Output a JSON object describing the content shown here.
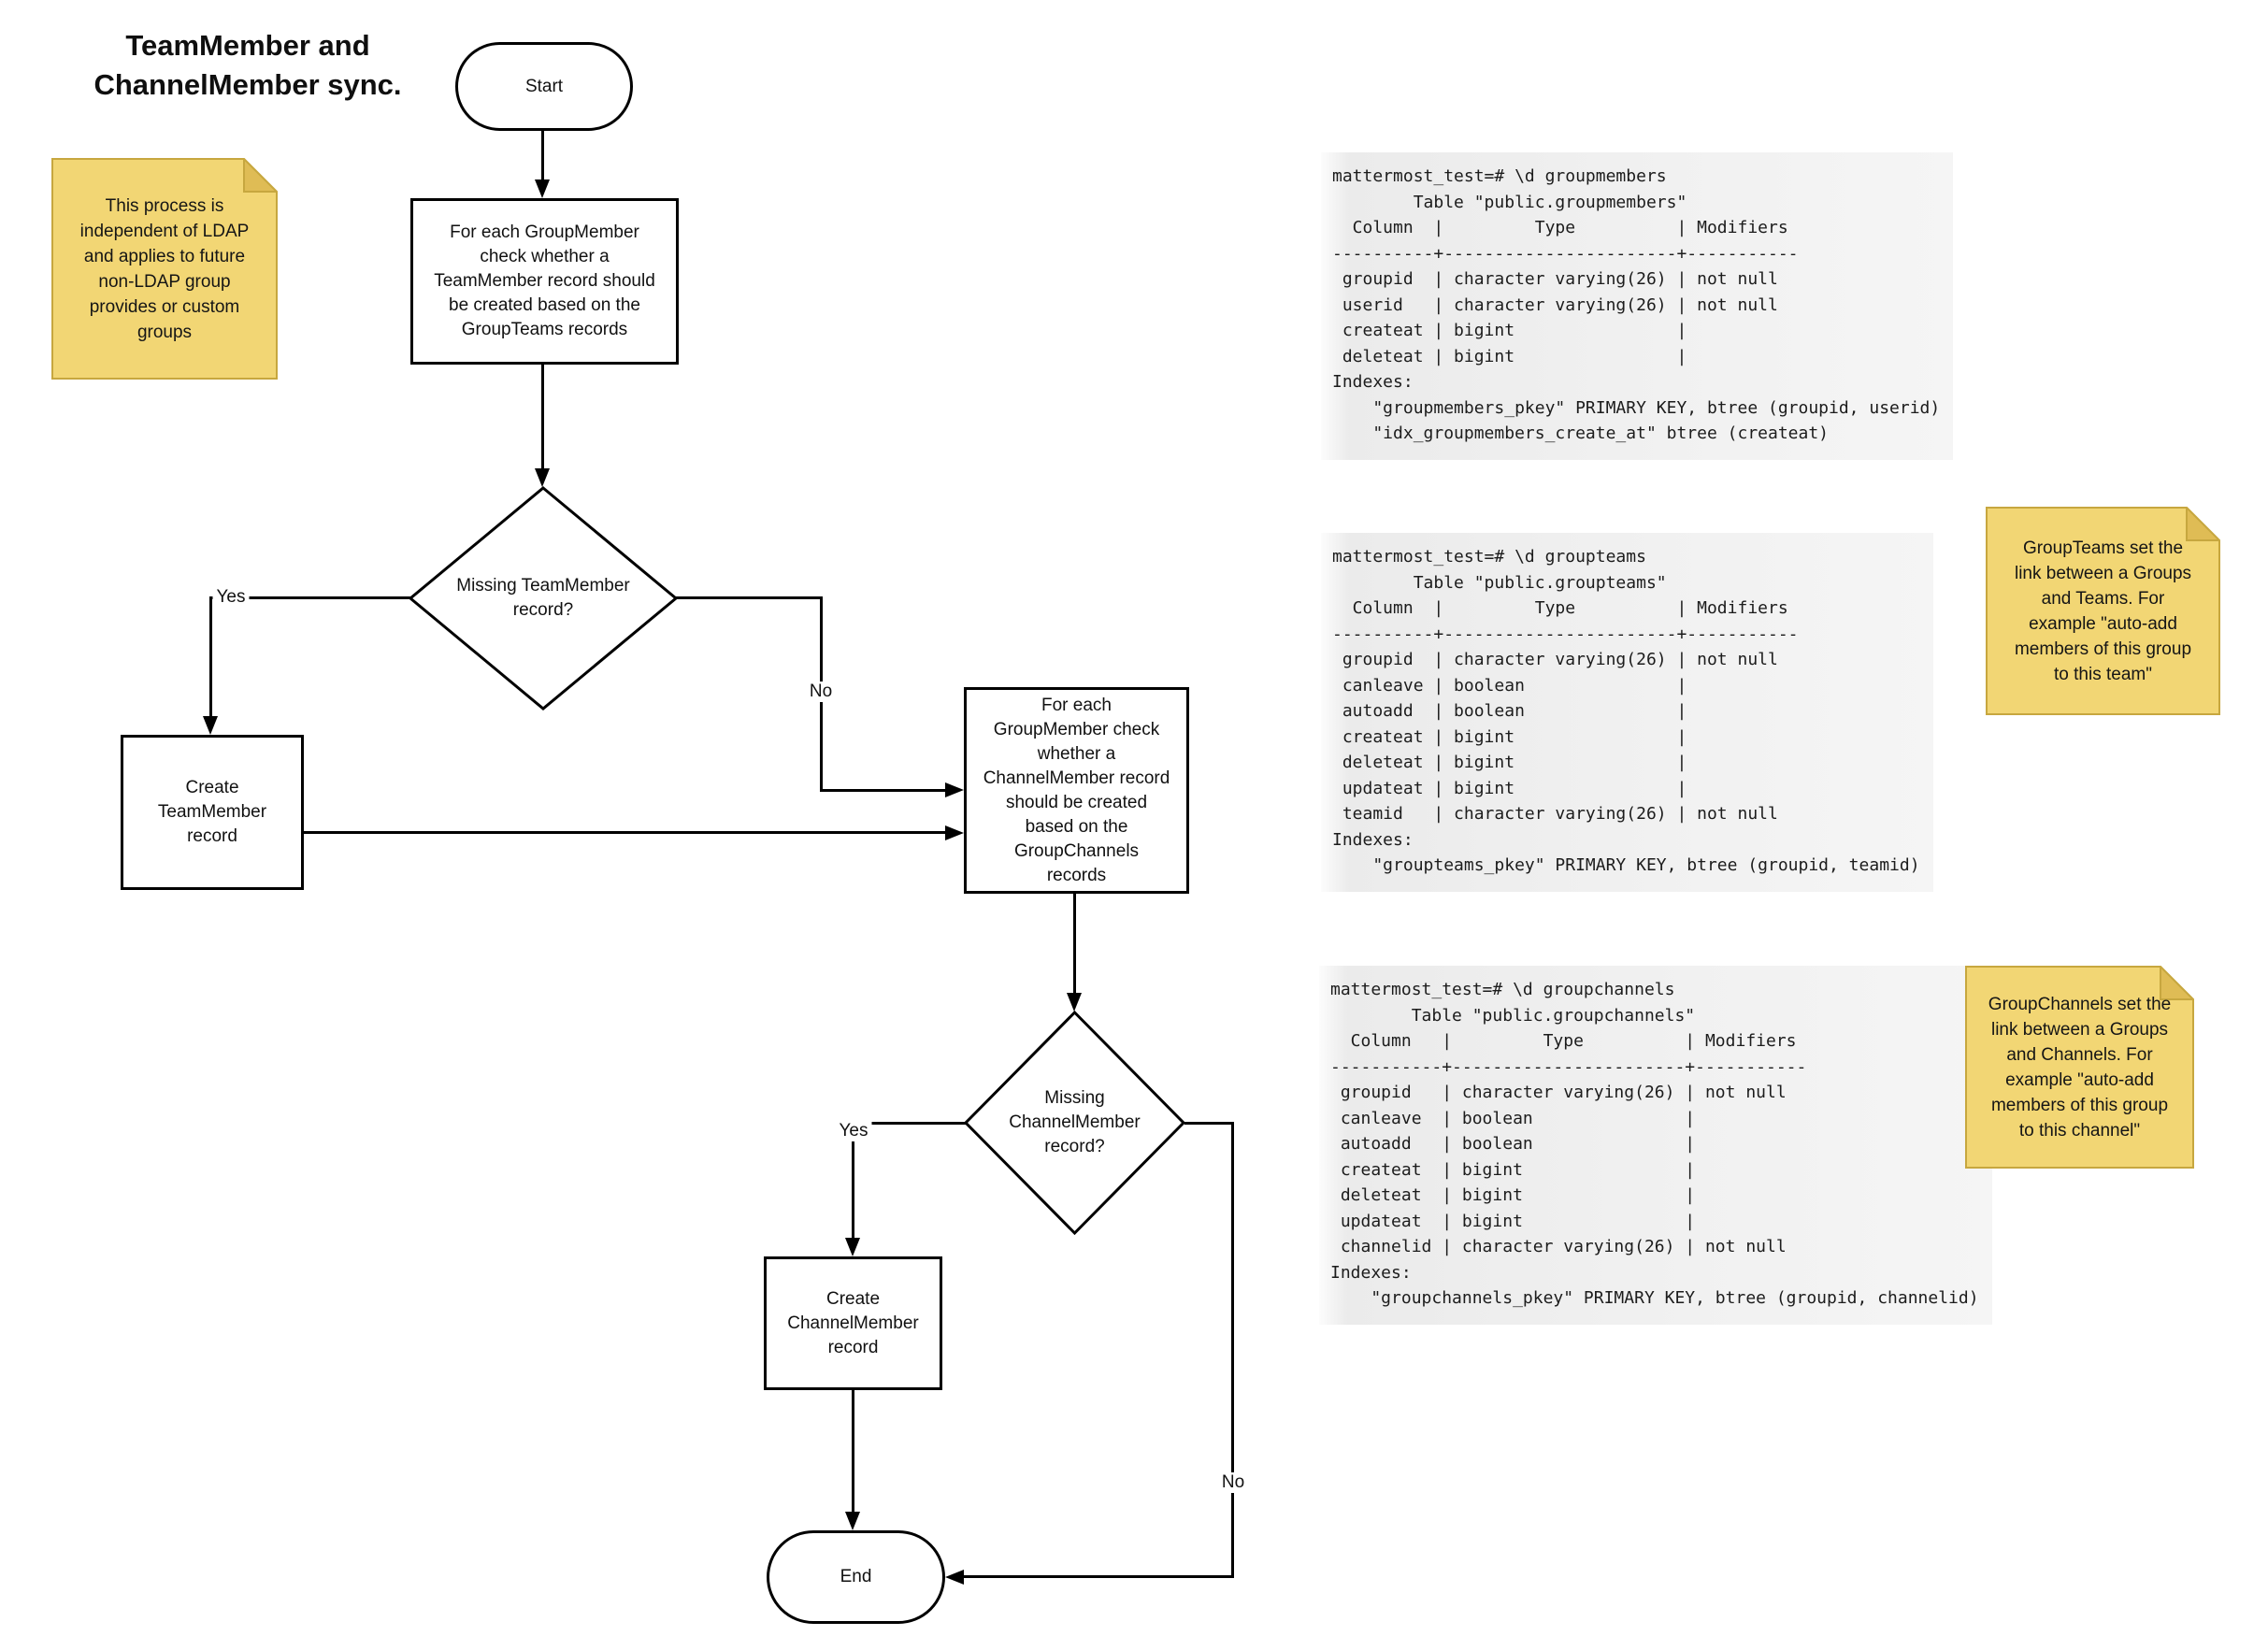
{
  "title": {
    "line1": "TeamMember and",
    "line2": "ChannelMember sync."
  },
  "flowchart": {
    "start": "Start",
    "end": "End",
    "process_teammember": "For each GroupMember\ncheck whether a\nTeamMember record should\nbe created based on the\nGroupTeams records",
    "decision_teammember": "Missing TeamMember\nrecord?",
    "create_teammember": "Create\nTeamMember\nrecord",
    "process_channelmember": "For each\nGroupMember check\nwhether a\nChannelMember record\nshould be created\nbased on the\nGroupChannels\nrecords",
    "decision_channelmember": "Missing\nChannelMember\nrecord?",
    "create_channelmember": "Create\nChannelMember\nrecord",
    "labels": {
      "yes1": "Yes",
      "no1": "No",
      "yes2": "Yes",
      "no2": "No"
    }
  },
  "notes": {
    "ldap": "This process is\nindependent of LDAP\nand applies to future\nnon-LDAP group\nprovides or custom\ngroups",
    "groupteams": "GroupTeams set the\nlink between a Groups\nand Teams. For\nexample \"auto-add\nmembers of this group\nto this team\"",
    "groupchannels": "GroupChannels set the\nlink between a Groups\nand Channels. For\nexample \"auto-add\nmembers of this group\nto this channel\""
  },
  "terminals": [
    {
      "name": "groupmembers",
      "text": "mattermost_test=# \\d groupmembers\n        Table \"public.groupmembers\"\n  Column  |         Type          | Modifiers \n----------+-----------------------+-----------\n groupid  | character varying(26) | not null\n userid   | character varying(26) | not null\n createat | bigint                | \n deleteat | bigint                | \nIndexes:\n    \"groupmembers_pkey\" PRIMARY KEY, btree (groupid, userid)\n    \"idx_groupmembers_create_at\" btree (createat)"
    },
    {
      "name": "groupteams",
      "text": "mattermost_test=# \\d groupteams\n        Table \"public.groupteams\"\n  Column  |         Type          | Modifiers \n----------+-----------------------+-----------\n groupid  | character varying(26) | not null\n canleave | boolean               | \n autoadd  | boolean               | \n createat | bigint                | \n deleteat | bigint                | \n updateat | bigint                | \n teamid   | character varying(26) | not null\nIndexes:\n    \"groupteams_pkey\" PRIMARY KEY, btree (groupid, teamid)"
    },
    {
      "name": "groupchannels",
      "text": "mattermost_test=# \\d groupchannels\n        Table \"public.groupchannels\"\n  Column   |         Type          | Modifiers \n-----------+-----------------------+-----------\n groupid   | character varying(26) | not null\n canleave  | boolean               | \n autoadd   | boolean               | \n createat  | bigint                | \n deleteat  | bigint                | \n updateat  | bigint                | \n channelid | character varying(26) | not null\nIndexes:\n    \"groupchannels_pkey\" PRIMARY KEY, btree (groupid, channelid)"
    }
  ],
  "colors": {
    "note_fill": "#F2D674",
    "note_fold": "#DFBC55",
    "note_border": "#C7A73F",
    "line": "#000000",
    "terminal_bg": "#F1F1F1"
  }
}
